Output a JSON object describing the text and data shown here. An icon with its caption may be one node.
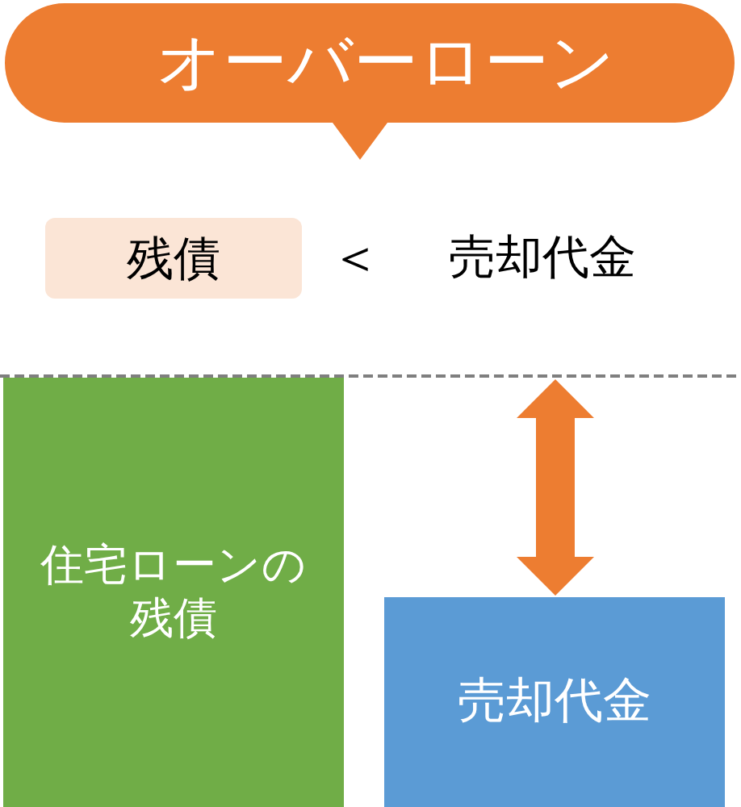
{
  "diagram": {
    "nodes": [
      {
        "text": [
          "オーバーローン"
        ]
      },
      {
        "text": [
          "残債"
        ]
      },
      {
        "text": [
          "住宅ローンの残債"
        ]
      },
      {
        "text": [
          "売却代金"
        ]
      }
    ],
    "labels": [
      "＜",
      "売却代金"
    ]
  }
}
